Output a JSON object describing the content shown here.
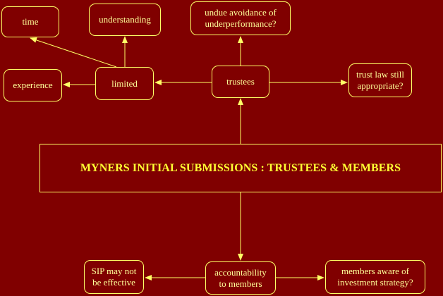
{
  "diagram": {
    "title": "MYNERS INITIAL SUBMISSIONS : TRUSTEES & MEMBERS",
    "nodes": {
      "time": "time",
      "understanding": "understanding",
      "undue_avoidance": "undue avoidance of\nunderperformance?",
      "experience": "experience",
      "limited": "limited",
      "trustees": "trustees",
      "trust_law": "trust law still\nappropriate?",
      "sip": "SIP may not\nbe effective",
      "accountability": "accountability\nto members",
      "members_aware": "members aware of\ninvestment strategy?"
    },
    "colors": {
      "background": "#800000",
      "line": "#ffff66",
      "text": "#ffff99",
      "title_text": "#ffff33"
    }
  }
}
